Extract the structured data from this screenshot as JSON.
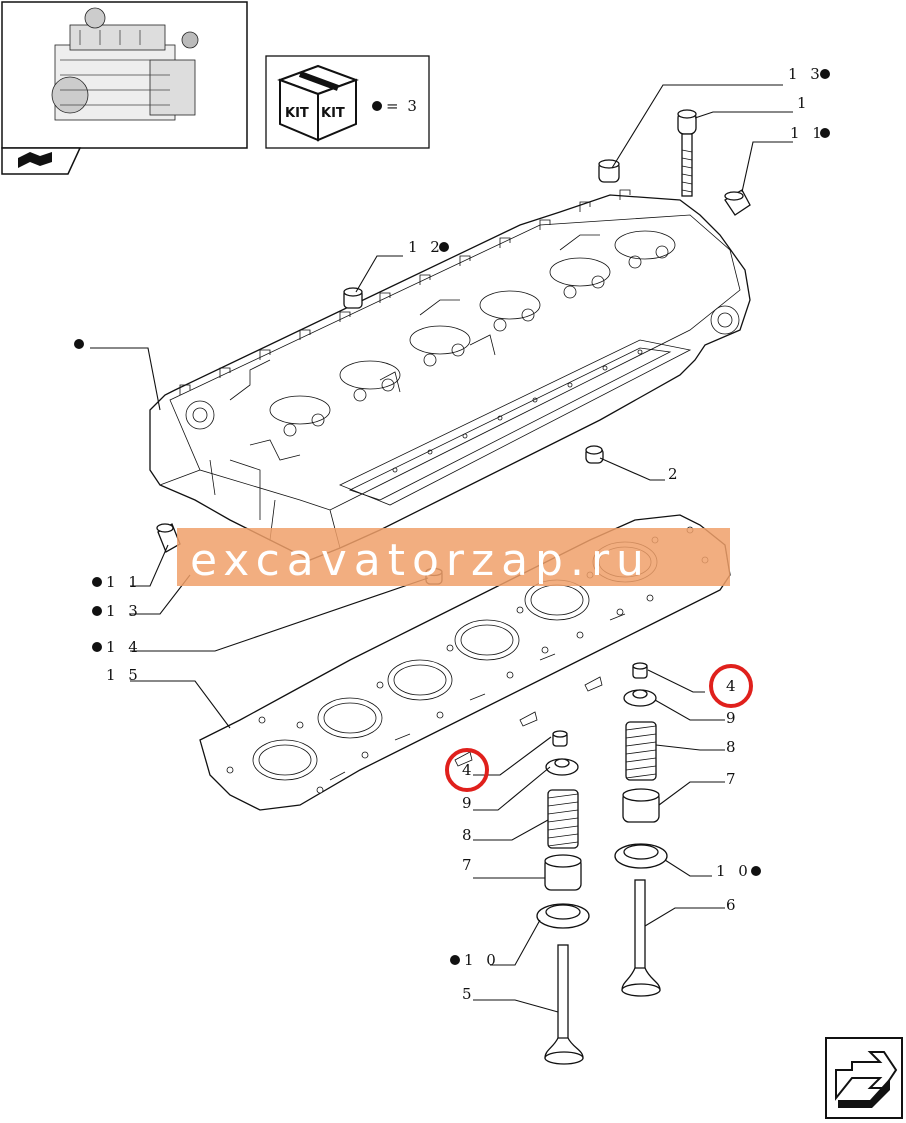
{
  "kit": {
    "label_left": "KIT",
    "label_right": "KIT",
    "count_text": "= 3"
  },
  "watermark": "excavatorzap.ru",
  "colors": {
    "watermark_band": "#f0a06a",
    "highlight_circle": "#e0201c",
    "line": "#111111"
  },
  "icons": [
    "engine-thumbnail",
    "kit-box-icon",
    "book-icon",
    "next-page-arrow-icon",
    "bullet-dot"
  ],
  "callouts": [
    {
      "id": "13-top",
      "text": "1 3",
      "bullet": "after"
    },
    {
      "id": "1",
      "text": "1",
      "bullet": "none"
    },
    {
      "id": "11-top",
      "text": "1 1",
      "bullet": "after"
    },
    {
      "id": "12",
      "text": "1 2",
      "bullet": "after"
    },
    {
      "id": "head",
      "text": "",
      "bullet": "before"
    },
    {
      "id": "2",
      "text": "2",
      "bullet": "none"
    },
    {
      "id": "11-left",
      "text": "1 1",
      "bullet": "before"
    },
    {
      "id": "13-left",
      "text": "1 3",
      "bullet": "before"
    },
    {
      "id": "14",
      "text": "1 4",
      "bullet": "before"
    },
    {
      "id": "15",
      "text": "1 5",
      "bullet": "none"
    },
    {
      "id": "4-right",
      "text": "4",
      "bullet": "none"
    },
    {
      "id": "9-right",
      "text": "9",
      "bullet": "none"
    },
    {
      "id": "8-right",
      "text": "8",
      "bullet": "none"
    },
    {
      "id": "7-right",
      "text": "7",
      "bullet": "none"
    },
    {
      "id": "10-right",
      "text": "1 0",
      "bullet": "after"
    },
    {
      "id": "6",
      "text": "6",
      "bullet": "none"
    },
    {
      "id": "4-left",
      "text": "4",
      "bullet": "none"
    },
    {
      "id": "9-left",
      "text": "9",
      "bullet": "none"
    },
    {
      "id": "8-left",
      "text": "8",
      "bullet": "none"
    },
    {
      "id": "7-left",
      "text": "7",
      "bullet": "none"
    },
    {
      "id": "10-left",
      "text": "1 0",
      "bullet": "before"
    },
    {
      "id": "5",
      "text": "5",
      "bullet": "none"
    }
  ]
}
